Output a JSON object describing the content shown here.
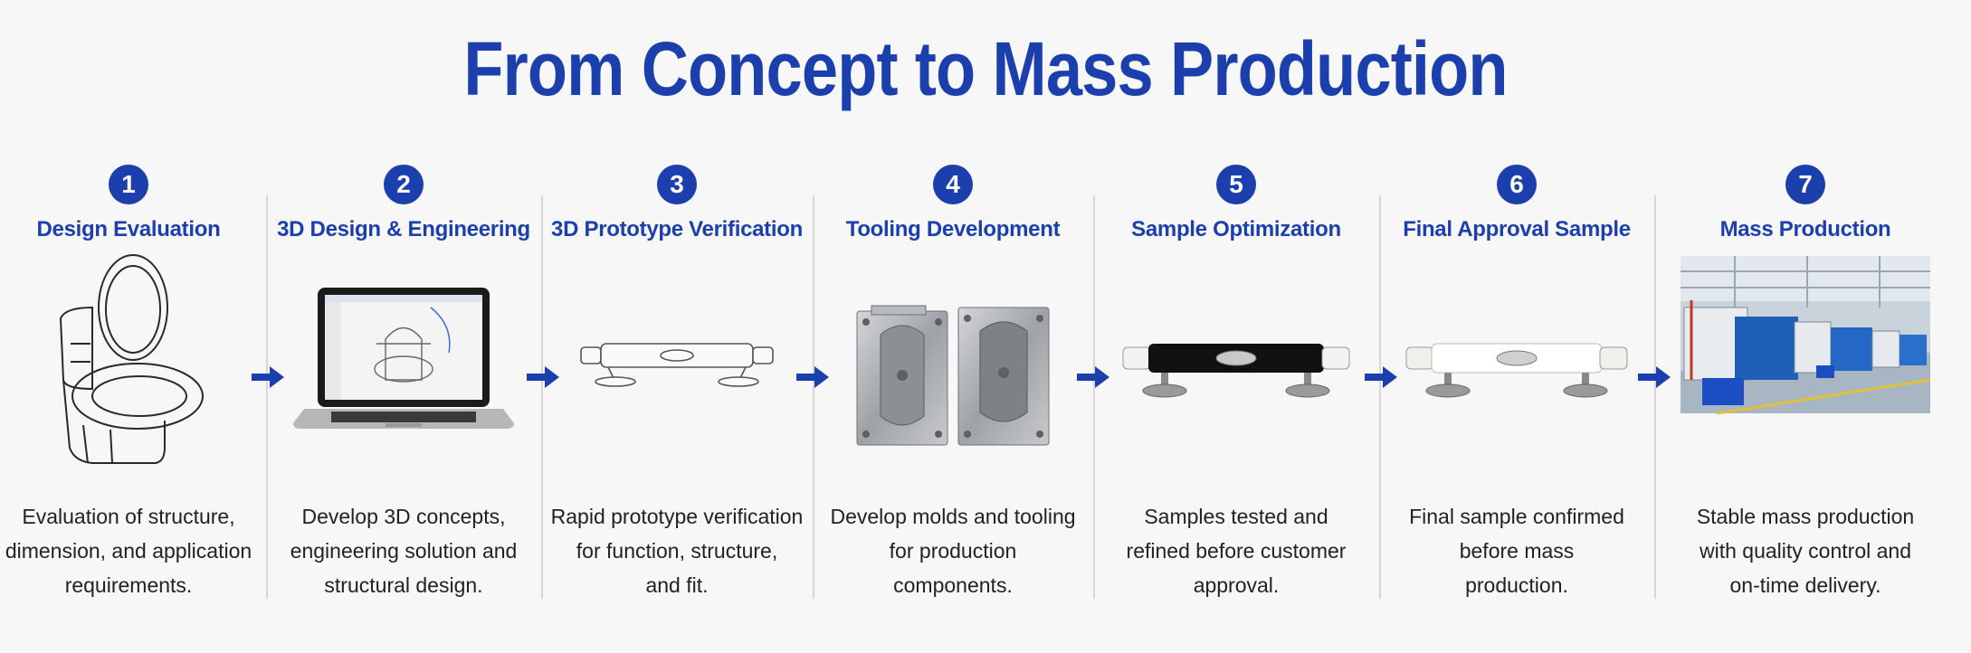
{
  "page": {
    "title": "From Concept to Mass Production"
  },
  "colors": {
    "accent": "#1c3fae",
    "background": "#f7f7f7",
    "divider": "#d6d6d6"
  },
  "steps": [
    {
      "number": "1",
      "title": "Design Evaluation",
      "icon": "toilet-sketch-icon",
      "desc": [
        "Evaluation of structure,",
        "dimension, and application",
        "requirements."
      ]
    },
    {
      "number": "2",
      "title": "3D Design & Engineering",
      "icon": "laptop-cad-icon",
      "desc": [
        "Develop 3D concepts,",
        "engineering solution and",
        "structural design."
      ]
    },
    {
      "number": "3",
      "title": "3D Prototype Verification",
      "icon": "prototype-handle-icon",
      "desc": [
        "Rapid prototype verification",
        "for function, structure,",
        "and fit."
      ]
    },
    {
      "number": "4",
      "title": "Tooling Development",
      "icon": "mold-blocks-icon",
      "desc": [
        "Develop molds and tooling",
        "for production",
        "components."
      ]
    },
    {
      "number": "5",
      "title": "Sample Optimization",
      "icon": "black-handle-icon",
      "desc": [
        "Samples tested and",
        "refined before customer",
        "approval."
      ]
    },
    {
      "number": "6",
      "title": "Final Approval Sample",
      "icon": "white-handle-icon",
      "desc": [
        "Final sample confirmed",
        "before mass",
        "production."
      ]
    },
    {
      "number": "7",
      "title": "Mass Production",
      "icon": "factory-photo-icon",
      "desc": [
        "Stable mass production",
        "with quality control and",
        "on-time delivery."
      ]
    }
  ]
}
